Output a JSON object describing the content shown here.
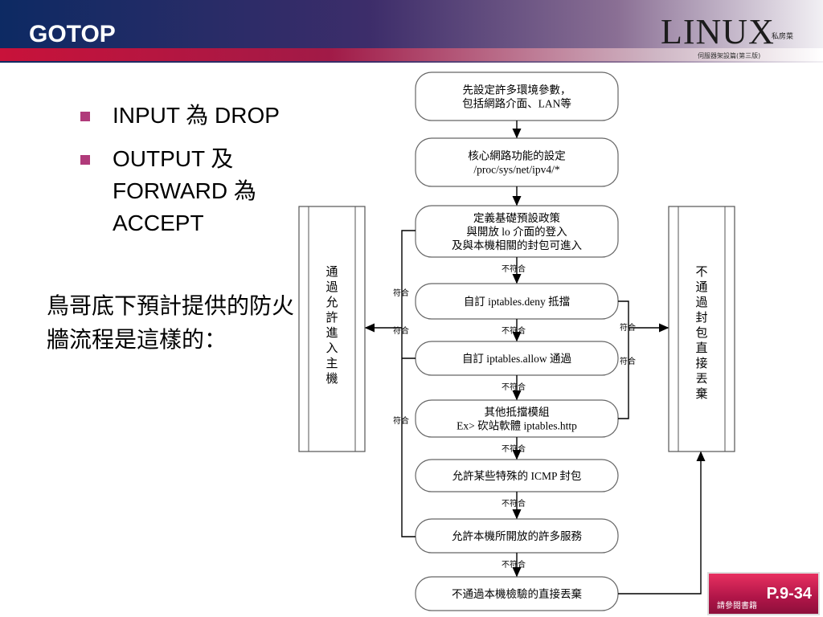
{
  "header": {
    "brand": "GOTOP",
    "book_logo": "LINUX",
    "book_logo_sub": "私房菜",
    "book_subtitle": "伺服器架設篇(第三版)"
  },
  "bullets": [
    {
      "text": "INPUT 為 DROP"
    },
    {
      "text": "OUTPUT 及 FORWARD 為 ACCEPT"
    }
  ],
  "description": "鳥哥底下預計提供的防火牆流程是這樣的：",
  "flow": {
    "steps": [
      {
        "lines": [
          "先設定許多環境參數，",
          "包括網路介面、LAN等"
        ]
      },
      {
        "lines": [
          "核心網路功能的設定",
          "/proc/sys/net/ipv4/*"
        ]
      },
      {
        "lines": [
          "定義基礎預設政策",
          "與開放 lo 介面的登入",
          "及與本機相關的封包可進入"
        ]
      },
      {
        "lines": [
          "自訂 iptables.deny 抵擋"
        ]
      },
      {
        "lines": [
          "自訂 iptables.allow 通過"
        ]
      },
      {
        "lines": [
          "其他抵擋模組",
          "Ex> 砍站軟體 iptables.http"
        ]
      },
      {
        "lines": [
          "允許某些特殊的 ICMP 封包"
        ]
      },
      {
        "lines": [
          "允許本機所開放的許多服務"
        ]
      },
      {
        "lines": [
          "不通過本機檢驗的直接丟棄"
        ]
      }
    ],
    "no_match": "不符合",
    "match": "符合",
    "allow_box": "通過允許進入主機",
    "drop_box": "不通過封包直接丟棄"
  },
  "footer": {
    "page": "P.9-34",
    "ref": "請參閱書籍"
  },
  "colors": {
    "header_dark": "#0d2a63",
    "stripe": "#c8123a",
    "bullet": "#b03a7a",
    "page_box": "#b01548"
  }
}
